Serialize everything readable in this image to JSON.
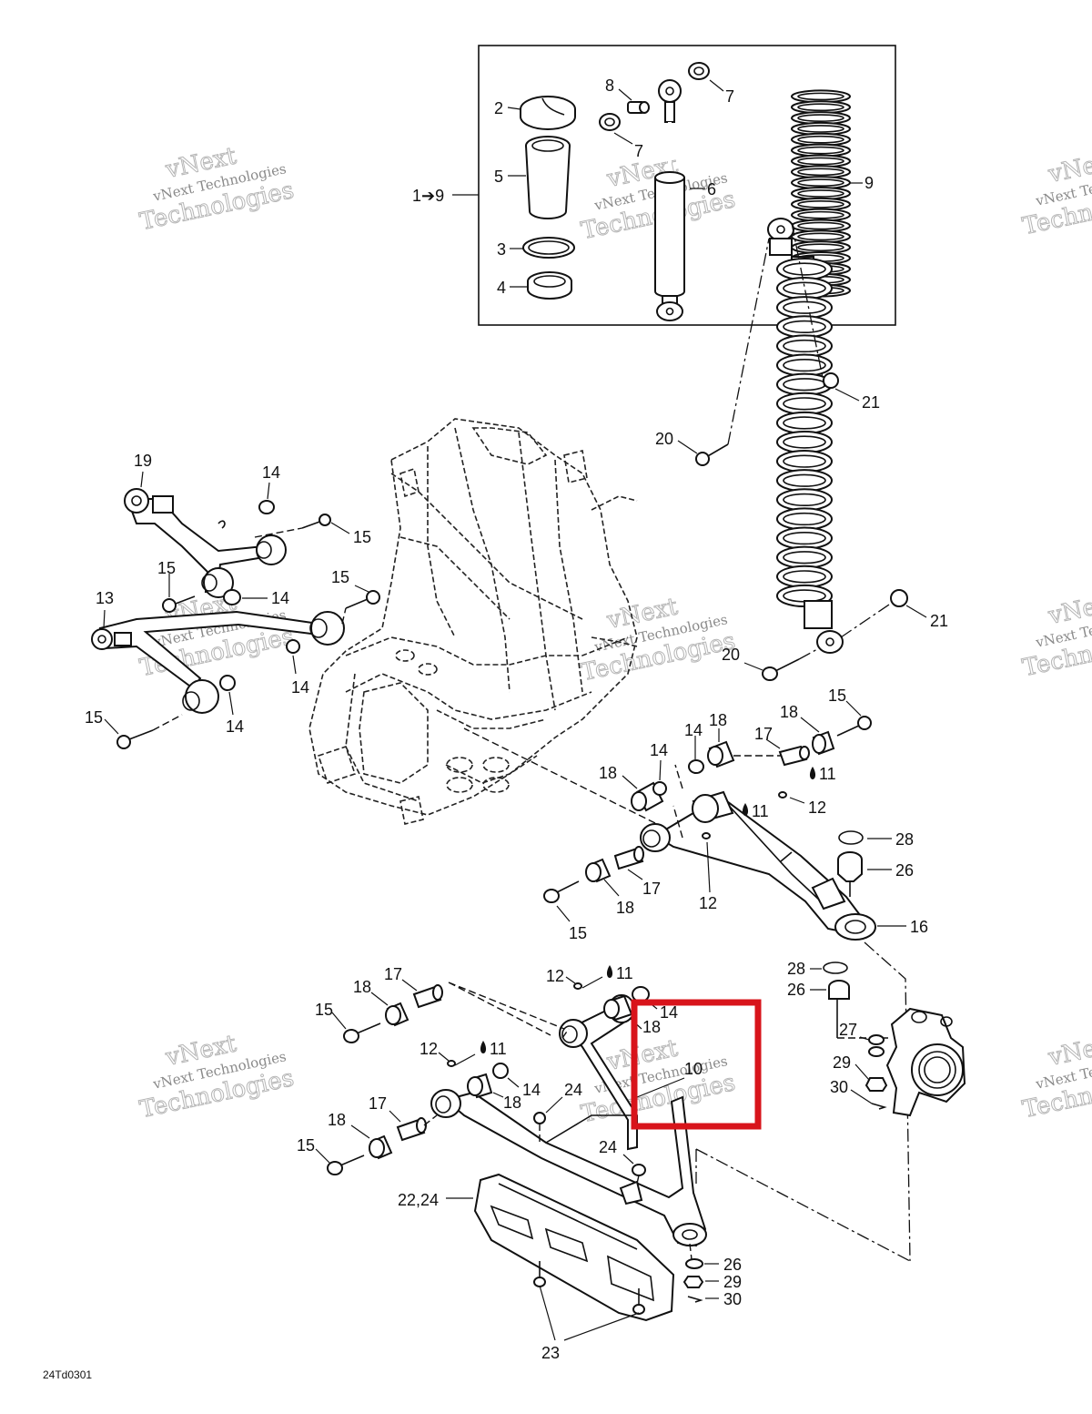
{
  "diagram_code": "24Td0301",
  "watermark": {
    "line1": "vNext Technologies",
    "line2": "vNext",
    "line3": "Technologies"
  },
  "highlight_color": "#d8141b",
  "kit_label": "1➔9",
  "labels": {
    "p2": "2",
    "p3": "3",
    "p4": "4",
    "p5": "5",
    "p6": "6",
    "p7a": "7",
    "p7b": "7",
    "p8": "8",
    "p9": "9",
    "p10": "10",
    "p11a": "11",
    "p11b": "11",
    "p11c": "11",
    "p11d": "11",
    "p12a": "12",
    "p12b": "12",
    "p12c": "12",
    "p12d": "12",
    "p13": "13",
    "p14a": "14",
    "p14b": "14",
    "p14c": "14",
    "p14d": "14",
    "p14e": "14",
    "p14f": "14",
    "p14g": "14",
    "p14h": "14",
    "p15a": "15",
    "p15b": "15",
    "p15c": "15",
    "p15d": "15",
    "p15e": "15",
    "p15f": "15",
    "p15g": "15",
    "p16": "16",
    "p17a": "17",
    "p17b": "17",
    "p17c": "17",
    "p17d": "17",
    "p18a": "18",
    "p18b": "18",
    "p18c": "18",
    "p18d": "18",
    "p18e": "18",
    "p18f": "18",
    "p18g": "18",
    "p19": "19",
    "p20a": "20",
    "p20b": "20",
    "p21a": "21",
    "p21b": "21",
    "p2224": "22,24",
    "p23": "23",
    "p24a": "24",
    "p24b": "24",
    "p26a": "26",
    "p26b": "26",
    "p26c": "26",
    "p27": "27",
    "p28a": "28",
    "p28b": "28",
    "p29a": "29",
    "p29b": "29",
    "p30a": "30",
    "p30b": "30"
  }
}
